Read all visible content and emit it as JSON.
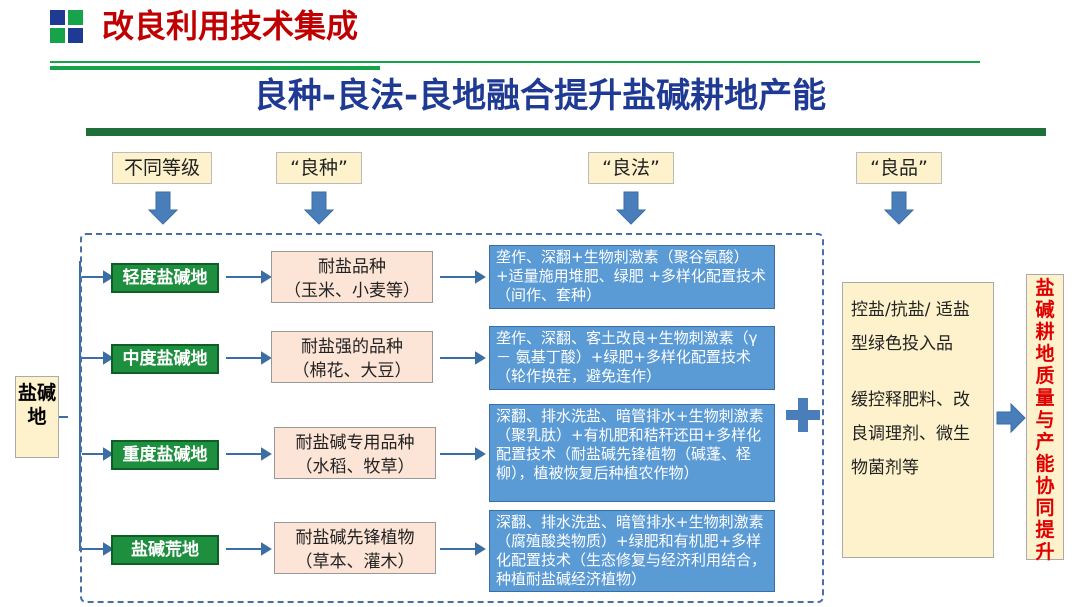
{
  "header": {
    "title": "改良利用技术集成"
  },
  "subtitle": "良种-良法-良地融合提升盐碱耕地产能",
  "columns": [
    "不同等级",
    "“良种”",
    "“良法”",
    "“良品”"
  ],
  "side_label": "盐碱地",
  "rows": [
    {
      "level": "轻度盐碱地",
      "variety": [
        "耐盐品种",
        "（玉米、小麦等）"
      ],
      "method": "垄作、深翻+生物刺激素（聚谷氨酸）+适量施用堆肥、绿肥 +多样化配置技术（间作、套种）"
    },
    {
      "level": "中度盐碱地",
      "variety": [
        "耐盐强的品种",
        "（棉花、大豆）"
      ],
      "method": "垄作、深翻、客土改良+生物刺激素（γ － 氨基丁酸）+绿肥+多样化配置技术（轮作换茬，避免连作）"
    },
    {
      "level": "重度盐碱地",
      "variety": [
        "耐盐碱专用品种",
        "（水稻、牧草）"
      ],
      "method": "深翻、排水洗盐、暗管排水+生物刺激素（聚乳肽）+有机肥和秸秆还田+多样化配置技术（耐盐碱先锋植物（碱蓬、柽柳），植被恢复后种植农作物）"
    },
    {
      "level": "盐碱荒地",
      "variety": [
        "耐盐碱先锋植物",
        "（草本、灌木）"
      ],
      "method": "深翻、排水洗盐、暗管排水+生物刺激素（腐殖酸类物质）+绿肥和有机肥+多样化配置技术（生态修复与经济利用结合，种植耐盐碱经济植物）"
    }
  ],
  "product": {
    "line1": "控盐/抗盐/ 适盐型绿色投入品",
    "line2": "缓控释肥料、改良调理剂、微生物菌剂等"
  },
  "result": "盐碱耕地质量与产能协同提升",
  "colors": {
    "title_red": "#c00000",
    "subtitle_blue": "#1f3a93",
    "level_green": "#1e8f3e",
    "method_blue": "#5b9bd5",
    "arrow_blue": "#4a7ebb",
    "result_red": "#e00000"
  }
}
